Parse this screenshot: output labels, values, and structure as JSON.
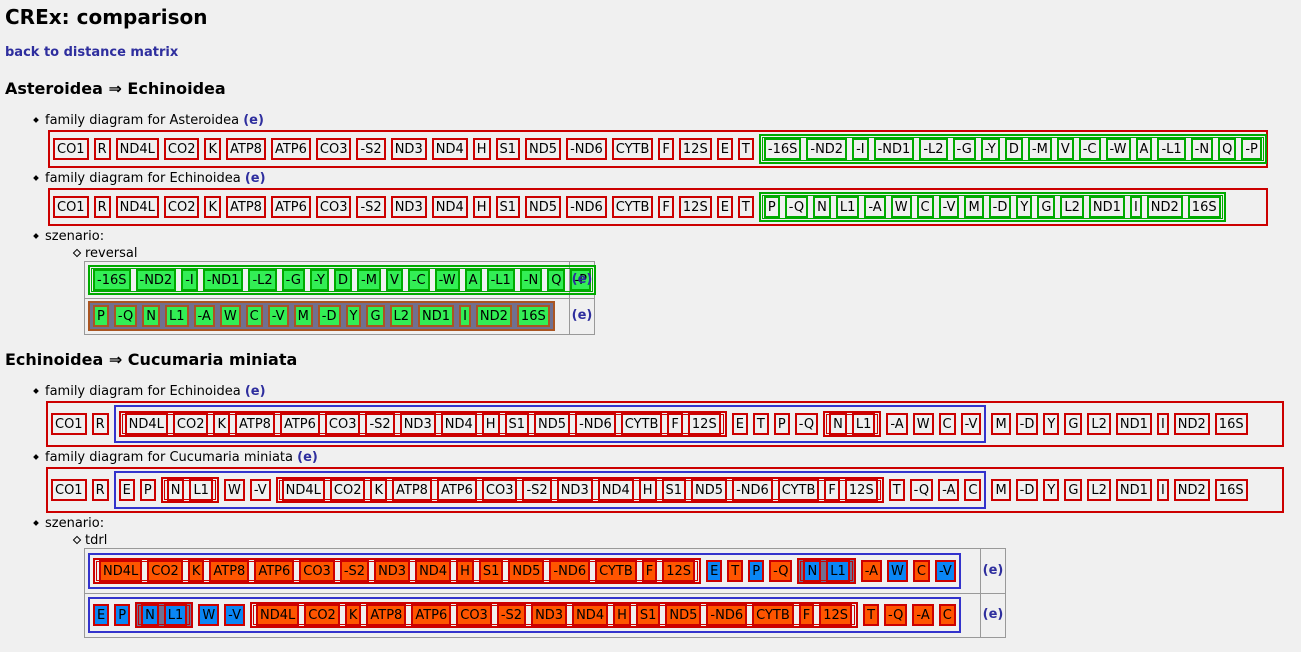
{
  "title": "CREx: comparison",
  "back_link": "back to distance matrix",
  "e_label": "(e)",
  "section1": {
    "heading": "Asteroidea ⇒ Echinoidea",
    "fd1_label": "family diagram for Asteroidea",
    "fd2_label": "family diagram for Echinoidea",
    "szenario_label": "szenario:",
    "op_label": "reversal",
    "row1_plain": [
      "CO1",
      "R",
      "ND4L",
      "CO2",
      "K",
      "ATP8",
      "ATP6",
      "CO3",
      "-S2",
      "ND3",
      "ND4",
      "H",
      "S1",
      "ND5",
      "-ND6",
      "CYTB",
      "F",
      "12S",
      "E",
      "T"
    ],
    "row1_group": [
      "-16S",
      "-ND2",
      "-I",
      "-ND1",
      "-L2",
      "-G",
      "-Y",
      "D",
      "-M",
      "V",
      "-C",
      "-W",
      "A",
      "-L1",
      "-N",
      "Q",
      "-P"
    ],
    "row2_plain": [
      "CO1",
      "R",
      "ND4L",
      "CO2",
      "K",
      "ATP8",
      "ATP6",
      "CO3",
      "-S2",
      "ND3",
      "ND4",
      "H",
      "S1",
      "ND5",
      "-ND6",
      "CYTB",
      "F",
      "12S",
      "E",
      "T"
    ],
    "row2_group": [
      "P",
      "-Q",
      "N",
      "L1",
      "-A",
      "W",
      "C",
      "-V",
      "M",
      "-D",
      "Y",
      "G",
      "L2",
      "ND1",
      "I",
      "ND2",
      "16S"
    ]
  },
  "section2": {
    "heading": "Echinoidea ⇒ Cucumaria miniata",
    "fd1_label": "family diagram for Echinoidea",
    "fd2_label": "family diagram for Cucumaria miniata",
    "szenario_label": "szenario:",
    "op_label": "tdrl",
    "r1_pre": [
      "CO1",
      "R"
    ],
    "r1_big_a": [
      "ND4L",
      "CO2",
      "K",
      "ATP8",
      "ATP6",
      "CO3",
      "-S2",
      "ND3",
      "ND4",
      "H",
      "S1",
      "ND5",
      "-ND6",
      "CYTB",
      "F",
      "12S"
    ],
    "r1_big_b": [
      "E",
      "T",
      "P",
      "-Q"
    ],
    "r1_nl": [
      "N",
      "L1"
    ],
    "r1_big_c": [
      "-A",
      "W",
      "C",
      "-V"
    ],
    "r1_post": [
      "M",
      "-D",
      "Y",
      "G",
      "L2",
      "ND1",
      "I",
      "ND2",
      "16S"
    ],
    "r2_pre": [
      "CO1",
      "R"
    ],
    "r2_ep": [
      "E",
      "P"
    ],
    "r2_nl": [
      "N",
      "L1"
    ],
    "r2_wv": [
      "W",
      "-V"
    ],
    "r2_big": [
      "ND4L",
      "CO2",
      "K",
      "ATP8",
      "ATP6",
      "CO3",
      "-S2",
      "ND3",
      "ND4",
      "H",
      "S1",
      "ND5",
      "-ND6",
      "CYTB",
      "F",
      "12S"
    ],
    "r2_tail": [
      "T",
      "-Q",
      "-A",
      "C"
    ],
    "r2_post": [
      "M",
      "-D",
      "Y",
      "G",
      "L2",
      "ND1",
      "I",
      "ND2",
      "16S"
    ]
  },
  "colors": {
    "accent_link": "#2e2e9e",
    "frame_red": "#cc0000",
    "group_green": "#00aa00",
    "fill_green": "#33ee55",
    "fill_orange": "#ff5500",
    "fill_blue": "#0a86f5",
    "frame_blue": "#3333cc"
  }
}
